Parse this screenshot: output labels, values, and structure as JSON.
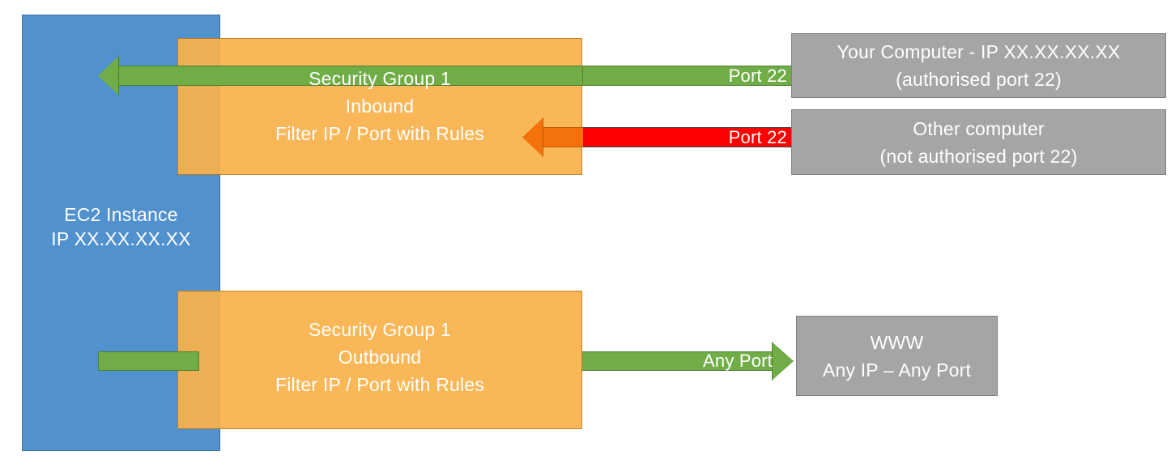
{
  "diagram": {
    "title": "AWS EC2 Security Group inbound and outbound traffic filtering",
    "colors": {
      "instance_blue": "#5191ce",
      "security_group_orange": "#f9b24b",
      "allowed_green": "#70ad47",
      "blocked_red": "#ff0000",
      "blocked_arrow_orange": "#f4720b",
      "external_grey": "#a5a5a5",
      "text_white": "#ffffff"
    },
    "instance": {
      "name": "EC2 Instance",
      "ip": "IP XX.XX.XX.XX"
    },
    "security_groups": [
      {
        "id": "inbound",
        "title": "Security Group 1",
        "direction": "Inbound",
        "rule": "Filter IP / Port with Rules"
      },
      {
        "id": "outbound",
        "title": "Security Group 1",
        "direction": "Outbound",
        "rule": "Filter IP / Port with Rules"
      }
    ],
    "flows": [
      {
        "id": "allowed-inbound",
        "port_label": "Port 22",
        "state": "allowed",
        "color": "#70ad47"
      },
      {
        "id": "blocked-inbound",
        "port_label": "Port 22",
        "state": "blocked",
        "color": "#ff0000"
      },
      {
        "id": "allowed-outbound",
        "port_label": "Any Port",
        "state": "allowed",
        "color": "#70ad47"
      }
    ],
    "external_nodes": [
      {
        "id": "your-computer",
        "line1": "Your Computer - IP XX.XX.XX.XX",
        "line2": "(authorised port 22)"
      },
      {
        "id": "other-computer",
        "line1": "Other computer",
        "line2": "(not authorised port 22)"
      },
      {
        "id": "www",
        "line1": "WWW",
        "line2": "Any IP – Any Port"
      }
    ]
  }
}
